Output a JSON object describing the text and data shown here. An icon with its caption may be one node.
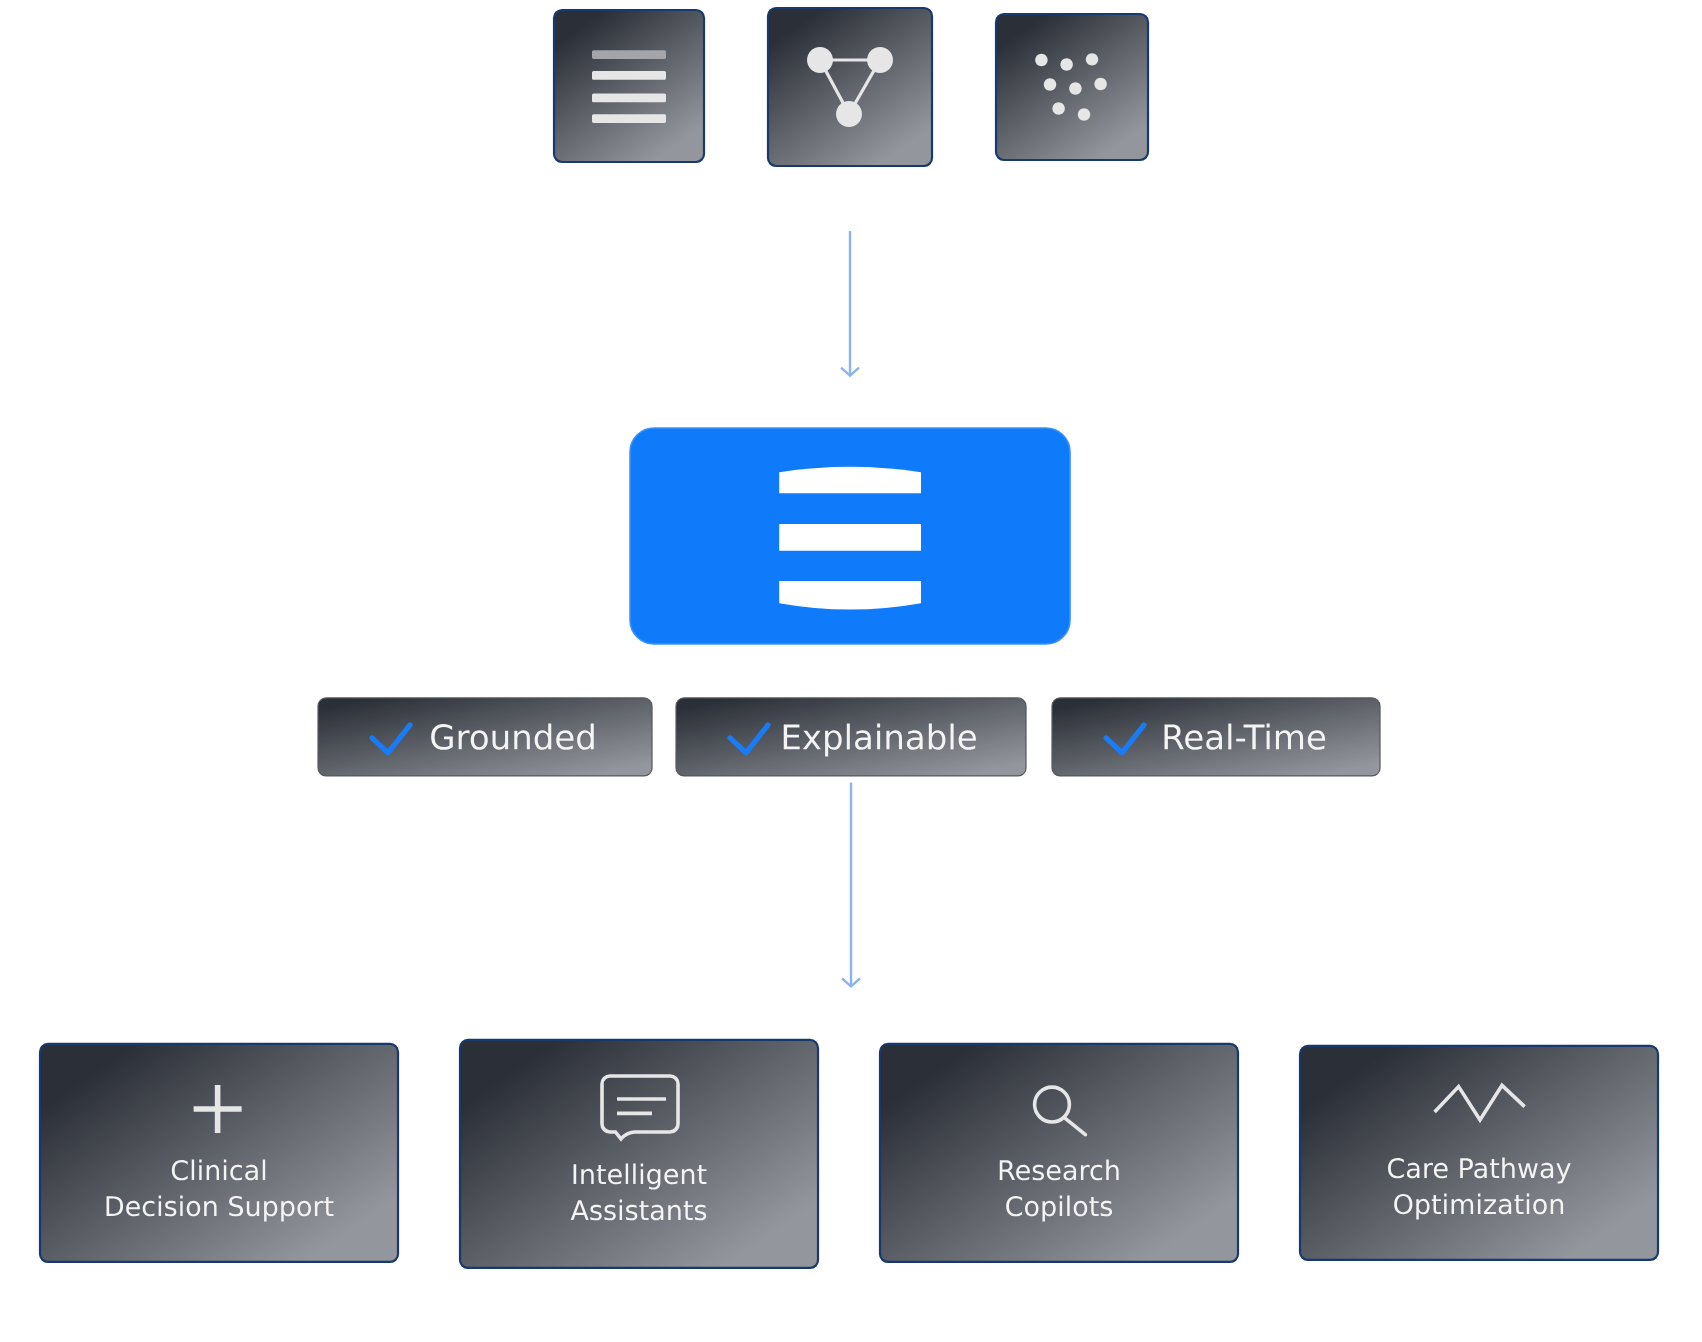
{
  "diagram": {
    "nodes": [
      {
        "text": [],
        "shape": "box"
      },
      {
        "text": [],
        "shape": "box"
      },
      {
        "text": [],
        "shape": "box"
      },
      {
        "text": [],
        "shape": "box"
      },
      {
        "text": [
          "Grounded"
        ]
      },
      {
        "text": [
          "Explainable"
        ]
      },
      {
        "text": [
          "Real-Time"
        ]
      },
      {
        "text": [
          "Clinical Decision Support"
        ]
      },
      {
        "text": [
          "Intelligent Assistants"
        ]
      },
      {
        "text": [
          "Research Copilots"
        ]
      },
      {
        "text": [
          "Care Pathway Optimization"
        ]
      }
    ],
    "edges": [
      {
        "from": 1,
        "to": 3,
        "arrow": "to"
      },
      {
        "from": 5,
        "to": null,
        "arrow": "to"
      }
    ]
  }
}
